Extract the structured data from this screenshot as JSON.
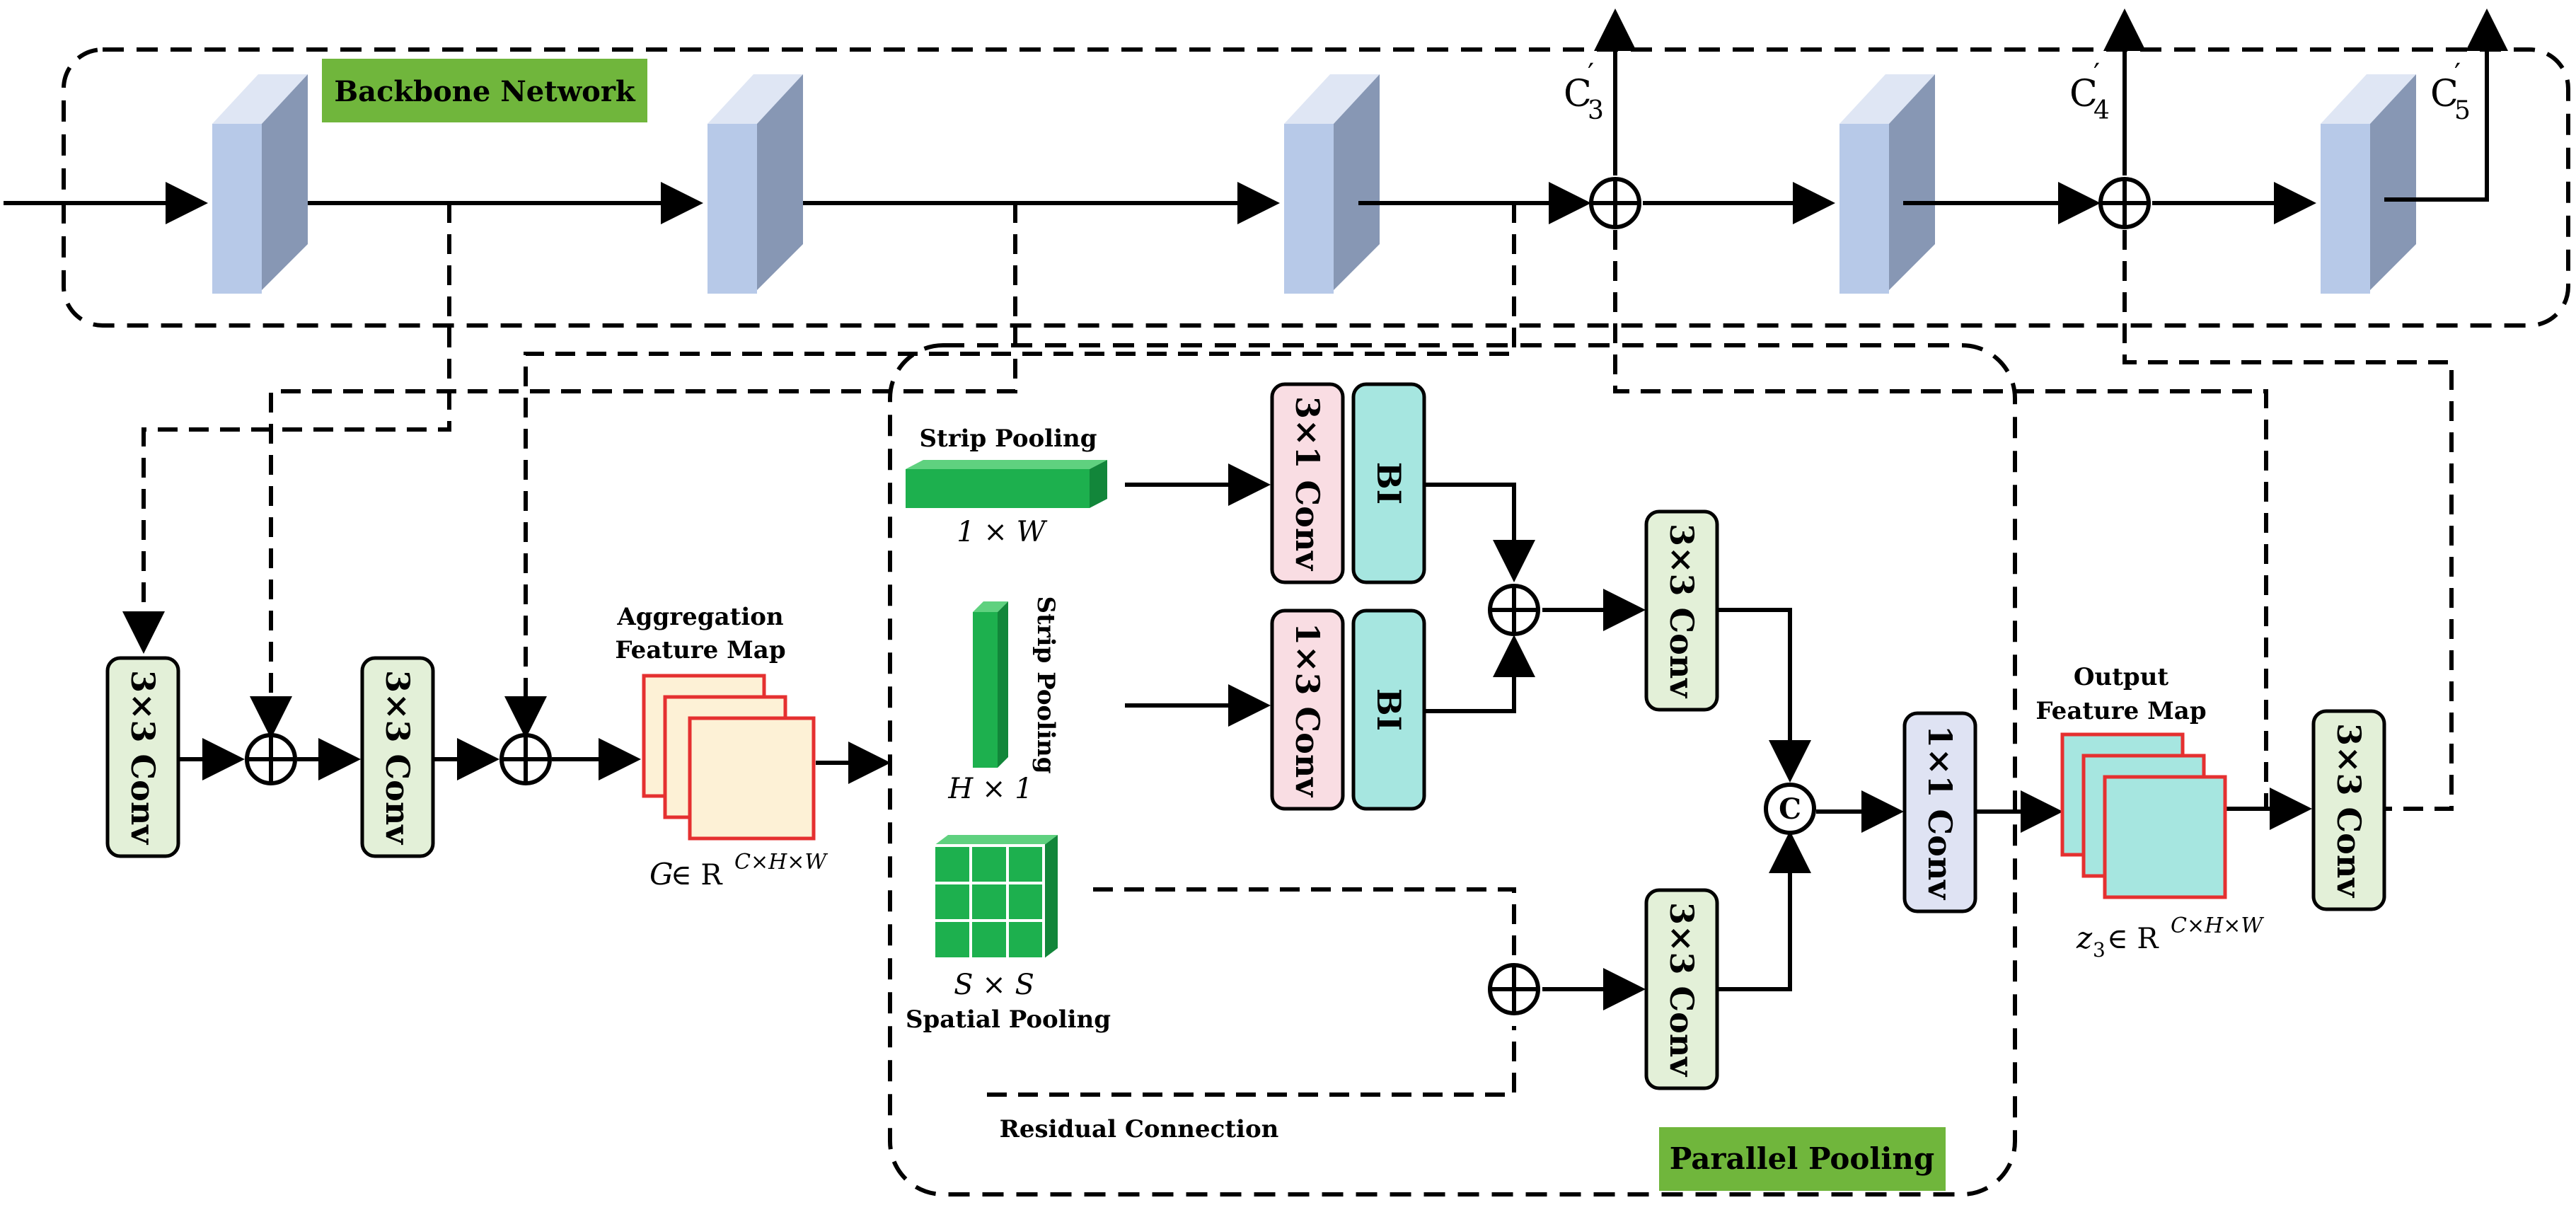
{
  "labels": {
    "backbone": "Backbone Network",
    "parallel": "Parallel Pooling",
    "strip_pool_top": "Strip Pooling",
    "strip_pool_side": "Strip Pooling",
    "spatial_pool": "Spatial Pooling",
    "residual": "Residual Connection",
    "aggregation_l1": "Aggregation",
    "aggregation_l2": "Feature Map",
    "output_l1": "Output",
    "output_l2": "Feature Map",
    "dim_1xW": "1 × W",
    "dim_Hx1": "H × 1",
    "dim_SxS": "S × S",
    "concat": "C"
  },
  "math": {
    "G": "G",
    "z": "z",
    "z_sub": "3",
    "in_sym": " ∈ R",
    "sup": "C×H×W",
    "c_base": "C",
    "c3": "3",
    "c4": "4",
    "c5": "5",
    "prime": "′"
  },
  "blocks": {
    "conv3x3": "3×3 Conv",
    "conv3x1": "3×1 Conv",
    "conv1x3": "1×3 Conv",
    "conv1x1": "1×1 Conv",
    "bi": "BI"
  },
  "colors": {
    "backbone_tag": "#70b63c",
    "conv_green": "#e3f0d8",
    "conv_pink": "#f9dde3",
    "bi_cyan": "#a6e6e0",
    "conv1x1": "#dfe3f3",
    "agg_fill": "#fdf1d6",
    "out_fill": "#a6e6e0",
    "map_border": "#e53030",
    "cube_front": "#b7c9e8",
    "cube_side": "#8797b4",
    "pool_green": "#1db04e"
  }
}
